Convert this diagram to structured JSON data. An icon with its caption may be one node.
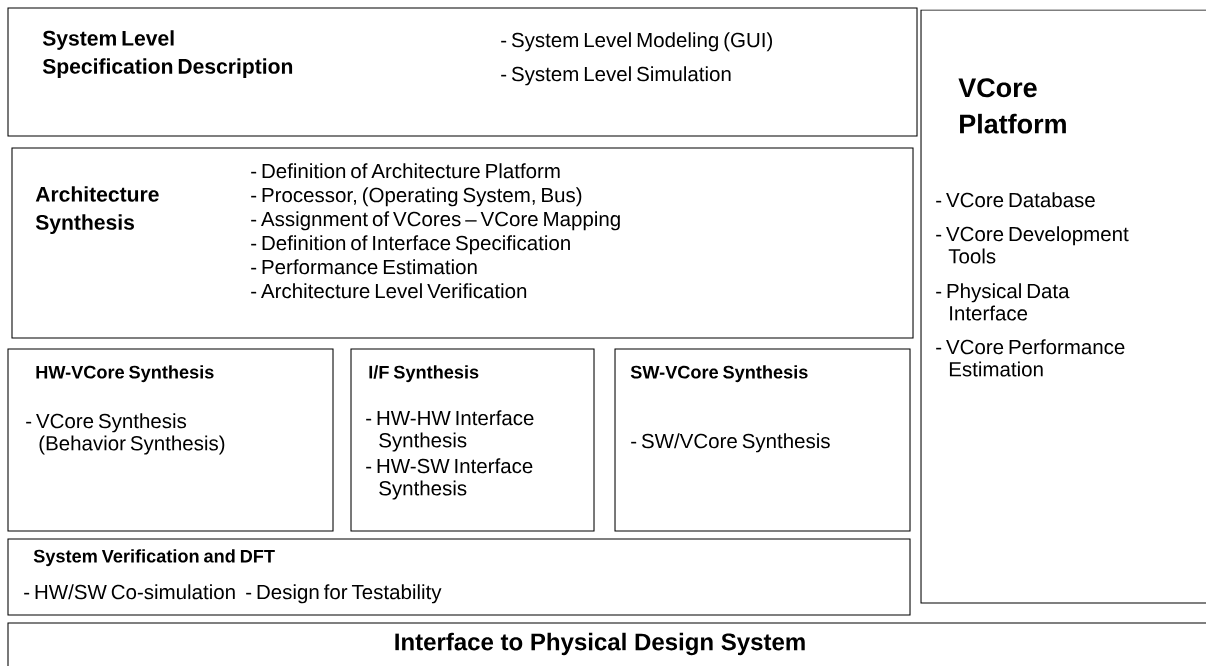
{
  "diagram": {
    "nodes": [
      {
        "text": [
          "System Level Specification Description",
          "- System Level Modeling (GUI)",
          "- System Level Simulation"
        ]
      },
      {
        "text": [
          "VCore Platform",
          "- VCore Database",
          "- VCore Development Tools",
          "- Physical Data Interface",
          "- VCore Performance Estimation"
        ]
      },
      {
        "text": [
          "Architecture Synthesis",
          "- Definition of Architecture Platform",
          "- Processor, (Operating System, Bus)",
          "- Assignment of VCores – VCore Mapping",
          "- Definition of Interface Specification",
          "- Performance Estimation",
          "- Architecture Level Verification"
        ]
      },
      {
        "text": [
          "HW-VCore Synthesis",
          "- VCore Synthesis (Behavior Synthesis)"
        ]
      },
      {
        "text": [
          "I/F Synthesis",
          "- HW-HW Interface Synthesis",
          "- HW-SW Interface Synthesis"
        ]
      },
      {
        "text": [
          "SW-VCore Synthesis",
          "- SW/VCore Synthesis"
        ]
      },
      {
        "text": [
          "System Verification and DFT",
          "- HW/SW Co-simulation",
          "- Design for Testability"
        ]
      },
      {
        "text": [
          "Interface to Physical Design System"
        ]
      }
    ]
  }
}
